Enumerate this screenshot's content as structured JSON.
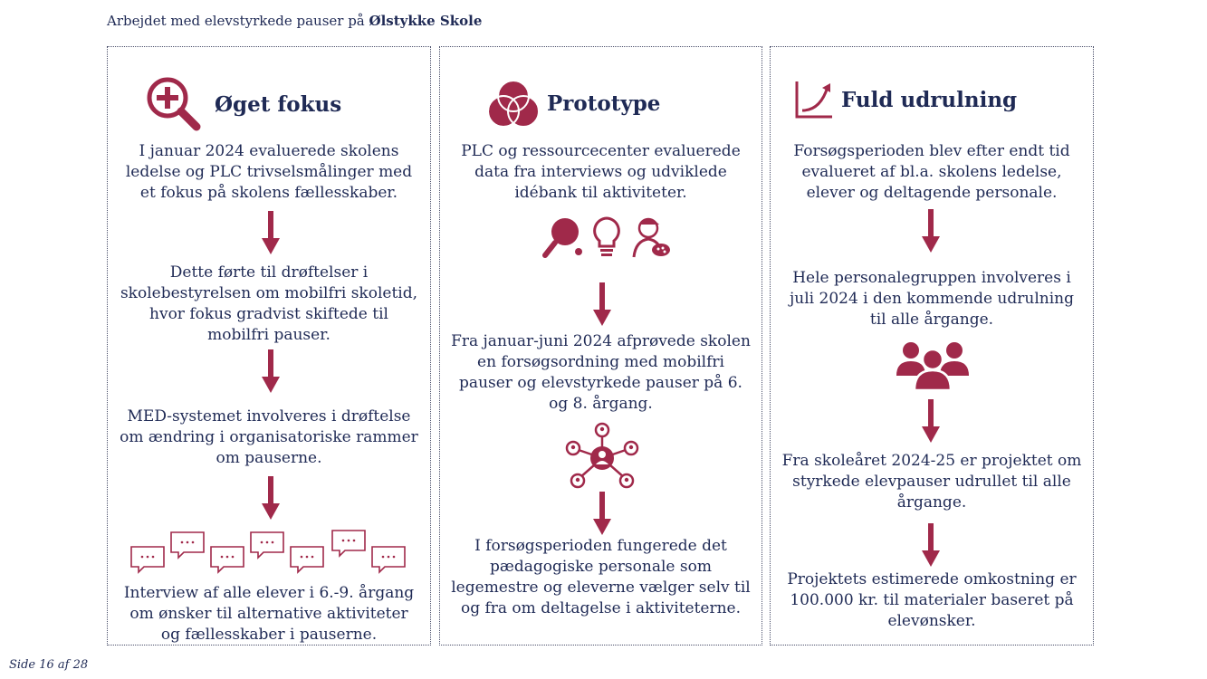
{
  "header": {
    "prefix": "Arbejdet med elevstyrkede pauser på ",
    "school": "Ølstykke Skole"
  },
  "colors": {
    "accent": "#a0294a",
    "text": "#1f2a55"
  },
  "columns": [
    {
      "title": "Øget fokus",
      "icon": "magnifier-plus-icon",
      "steps": [
        "I januar 2024 evaluerede skolens ledelse og PLC trivselsmålinger med et fokus på skolens fællesskaber.",
        "Dette førte til drøftelser i skolebestyrelsen om mobilfri skoletid, hvor fokus gradvist skiftede til mobilfri pauser.",
        "MED-systemet involveres i drøftelse om ændring i organisatoriske rammer om pauserne.",
        "Interview af alle elever i 6.-9. årgang om ønsker til alternative aktiviteter og fællesskaber i pauserne."
      ]
    },
    {
      "title": "Prototype",
      "icon": "venn-diagram-icon",
      "steps": [
        "PLC og ressourcecenter evaluerede data fra interviews og udviklede idébank til aktiviteter.",
        "Fra januar-juni 2024 afprøvede skolen en forsøgsordning med mobilfri pauser og elevstyrkede pauser på 6. og 8. årgang.",
        "I forsøgsperioden fungerede det pædagogiske personale som legemestre og eleverne vælger selv til og fra om deltagelse i aktiviteterne."
      ]
    },
    {
      "title": "Fuld udrulning",
      "icon": "growth-chart-icon",
      "steps": [
        "Forsøgsperioden blev efter endt tid evalueret af bl.a. skolens ledelse, elever og deltagende personale.",
        "Hele personalegruppen involveres i juli 2024 i den kommende udrulning til alle årgange.",
        "Fra skoleåret 2024-25 er projektet om styrkede elevpauser udrullet til alle årgange.",
        "Projektets estimerede omkostning er 100.000 kr. til materialer baseret på elevønsker."
      ]
    }
  ],
  "footer": {
    "page": "Side 16 af 28"
  }
}
